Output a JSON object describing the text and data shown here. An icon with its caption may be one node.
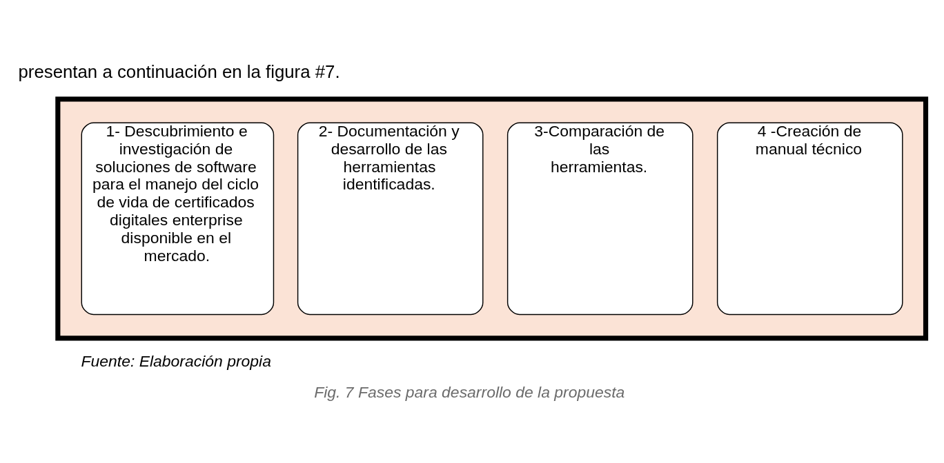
{
  "diagram": {
    "caption": "Fig. 7 Fases para desarrollo de la propuesta",
    "nodes": [
      {
        "text": [],
        "shape": "arrow"
      },
      {
        "text": [
          "1- Descubrimiento e investigación de soluciones de software para el manejo del ciclo de vida de certificados digitales enterprise disponible en el mercado."
        ],
        "in": 0
      },
      {
        "text": [
          "2- Documentación y desarrollo de las herramientas identificadas."
        ],
        "in": 0
      },
      {
        "text": [
          "3-Comparación de las herramientas."
        ],
        "in": 0
      },
      {
        "text": [
          "4 -Creación de manual técnico"
        ],
        "in": 0
      }
    ],
    "edges": [],
    "labels": [
      "presentan a continuación en la figura #7.",
      "Fuente: Elaboración propia"
    ]
  }
}
